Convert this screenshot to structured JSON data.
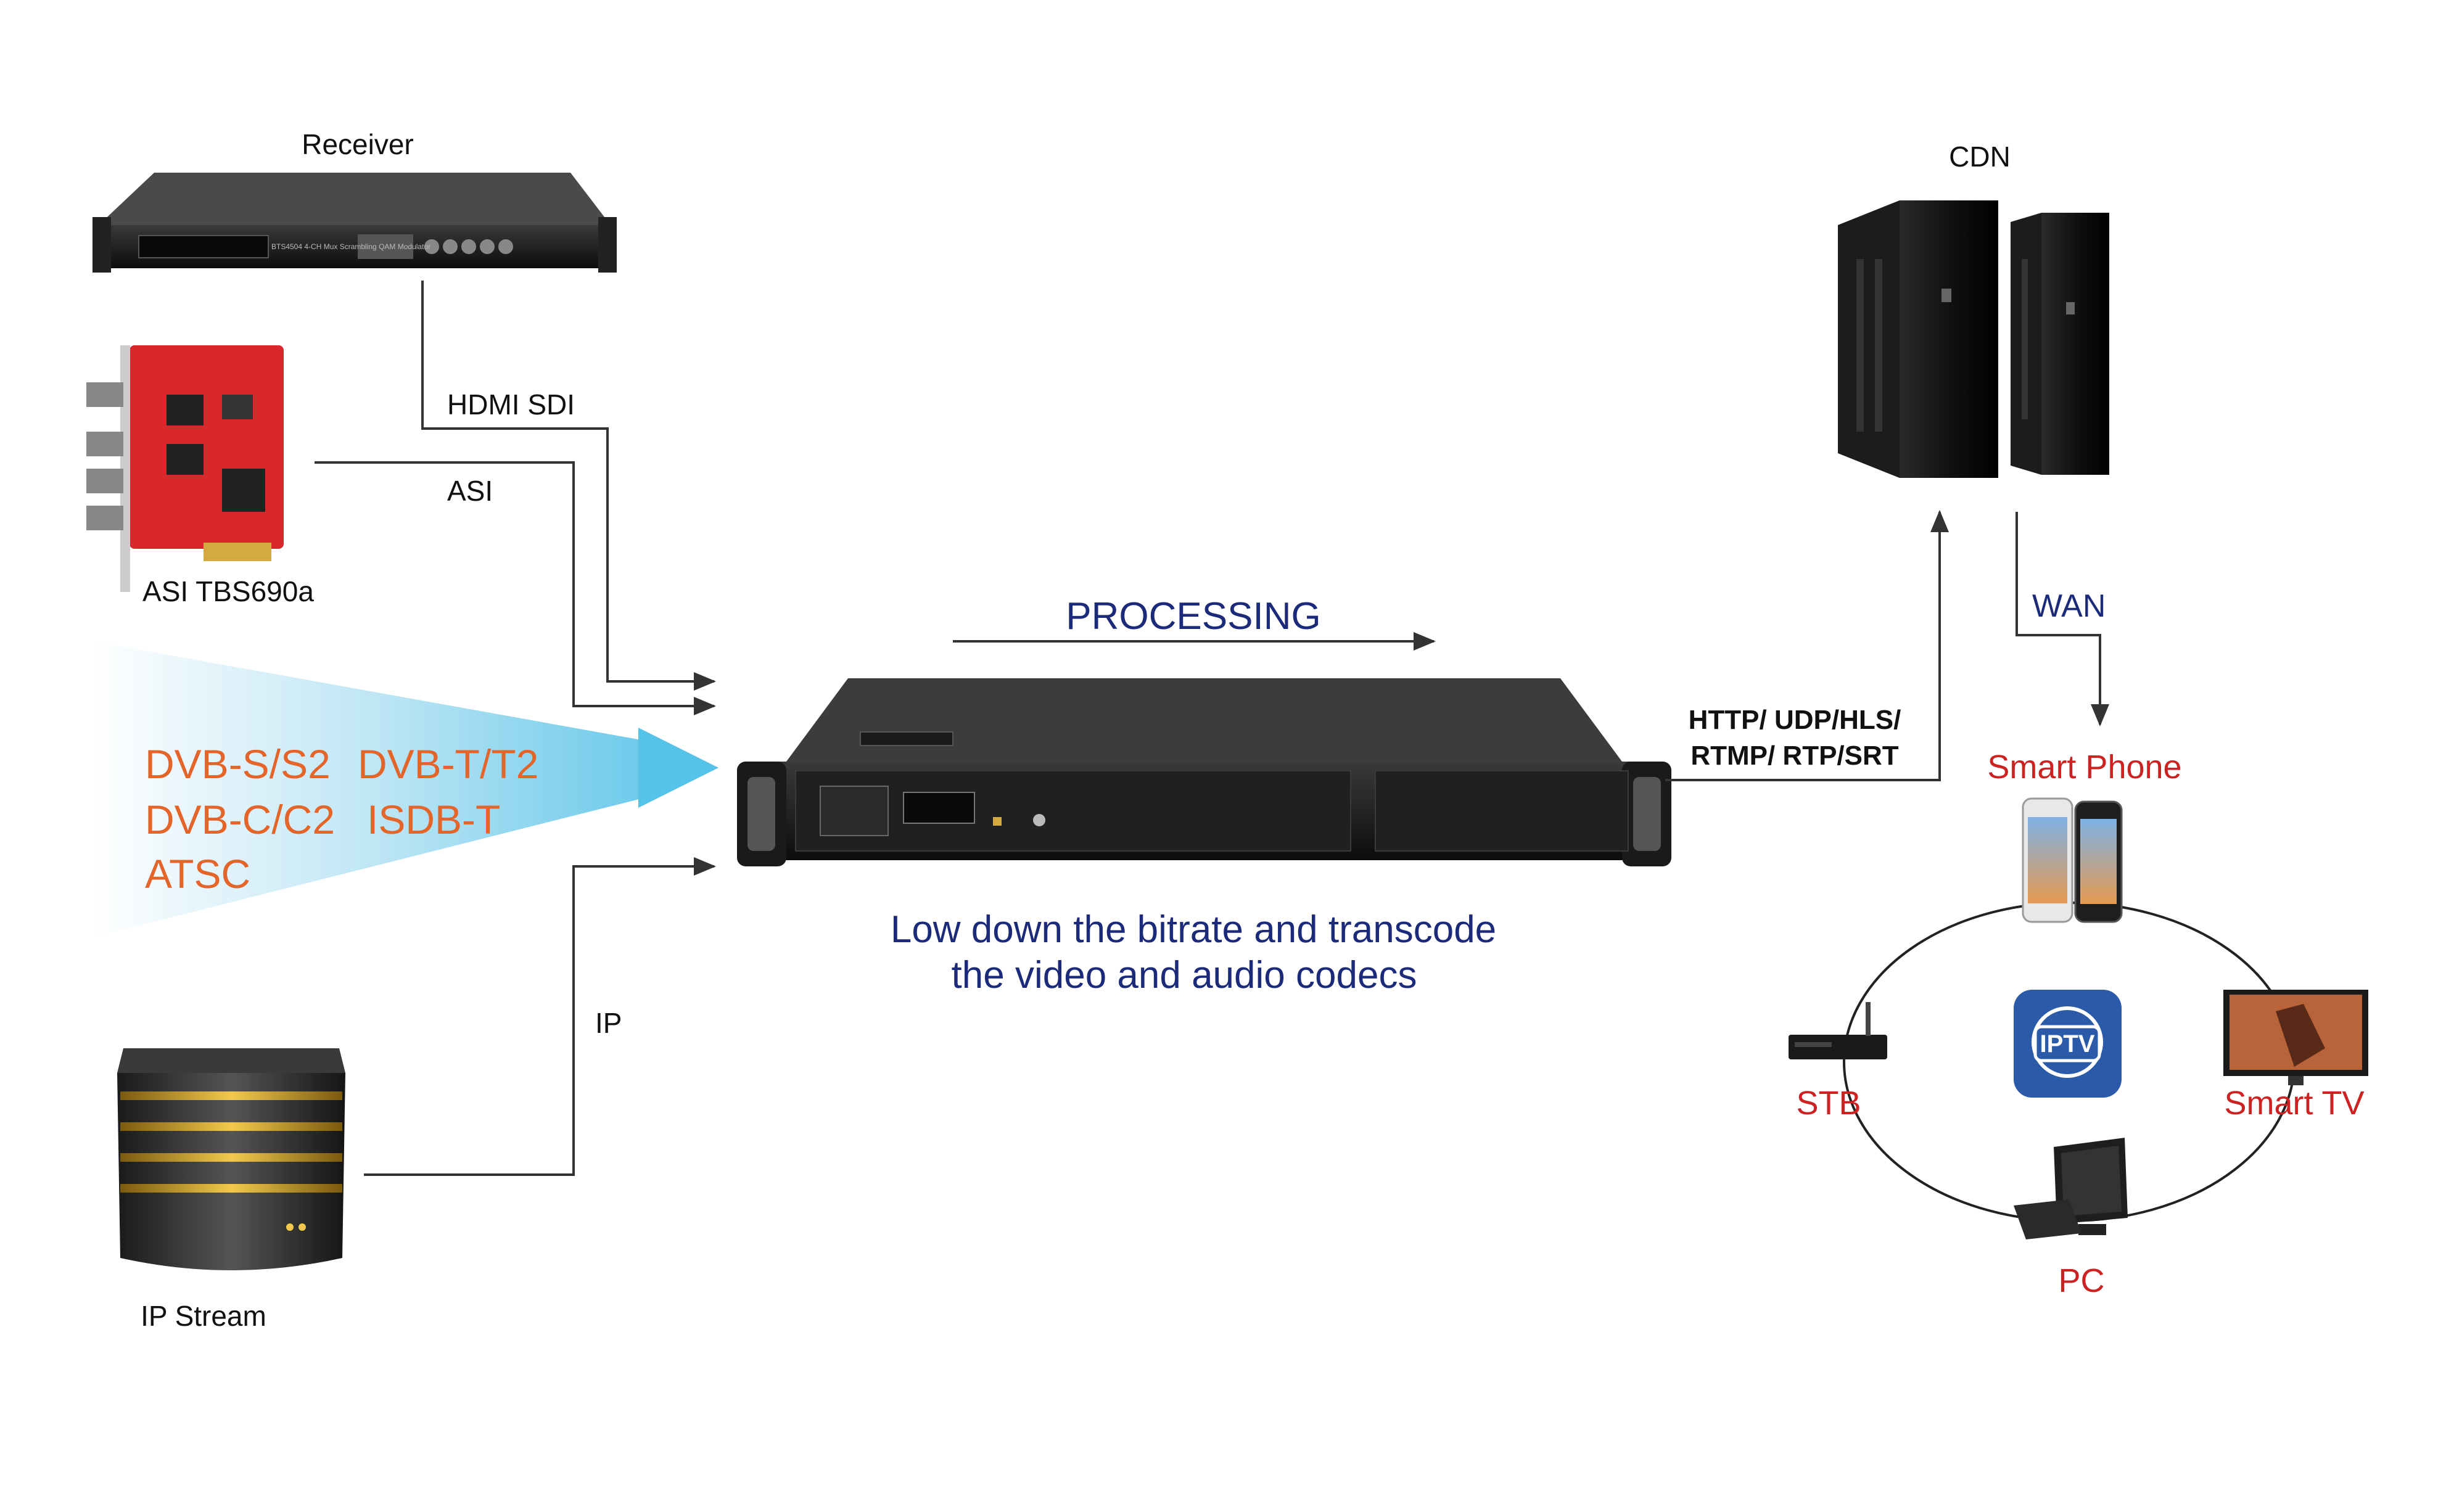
{
  "inputs": {
    "receiver": {
      "label": "Receiver",
      "front_text": "BTS4504 4-CH Mux Scrambling QAM Modulator",
      "link_label": "HDMI SDI"
    },
    "asi_card": {
      "label": "ASI TBS690a",
      "link_label": "ASI"
    },
    "broadcast": {
      "standards": [
        "DVB-S/S2",
        "DVB-T/T2",
        "DVB-C/C2",
        "ISDB-T",
        "ATSC"
      ]
    },
    "ip_stream": {
      "label": "IP Stream",
      "link_label": "IP"
    }
  },
  "processing": {
    "title": "PROCESSING",
    "description_line1": "Low down the bitrate and transcode",
    "description_line2": "the video and audio codecs"
  },
  "output": {
    "protocol_line1": "HTTP/ UDP/HLS/",
    "protocol_line2": "RTMP/ RTP/SRT"
  },
  "cdn": {
    "label": "CDN",
    "wan_label": "WAN"
  },
  "devices": {
    "smart_phone": "Smart Phone",
    "stb": "STB",
    "smart_tv": "Smart TV",
    "pc": "PC",
    "iptv_badge": "IPTV"
  },
  "colors": {
    "accent_blue": "#1c2a7a",
    "device_red": "#cc2222",
    "standard_orange": "#e3652a",
    "fan_blue": "#58c3e8"
  }
}
